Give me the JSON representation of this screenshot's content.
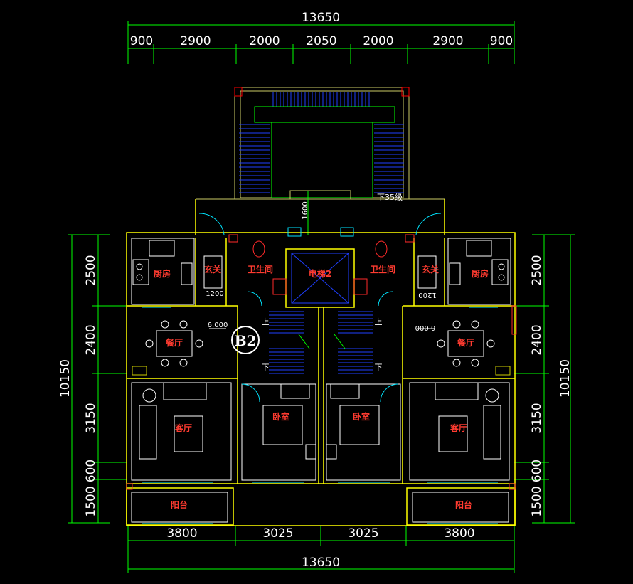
{
  "dimensions": {
    "top_total": "13650",
    "top_segments": [
      "900",
      "2900",
      "2000",
      "2050",
      "2000",
      "2900",
      "900"
    ],
    "bottom_total": "13650",
    "bottom_segments": [
      "3800",
      "3025",
      "3025",
      "3800"
    ],
    "left_total": "10150",
    "left_segments": [
      "2500",
      "2400",
      "3150",
      "600",
      "1500"
    ],
    "right_total": "10150",
    "right_segments": [
      "2500",
      "2400",
      "3150",
      "600",
      "1500"
    ]
  },
  "rooms": {
    "kitchen_left": "厨房",
    "foyer_left": "玄关",
    "bath_left": "卫生间",
    "elevator": "电梯2",
    "bath_right": "卫生间",
    "foyer_right": "玄关",
    "kitchen_right": "厨房",
    "dining_left": "餐厅",
    "dining_right": "餐厅",
    "living_left": "客厅",
    "living_right": "客厅",
    "bedroom_left": "卧室",
    "bedroom_right": "卧室",
    "balcony_left": "阳台",
    "balcony_right": "阳台"
  },
  "annotations": {
    "stair_down_top": "下35级",
    "width_1600": "1600",
    "width_1200_left": "1200",
    "width_1200_right": "1200",
    "level_left": "6.000",
    "level_right": "6.000",
    "up_left": "上",
    "up_right": "上",
    "down_left": "下",
    "down_right": "下",
    "unit_tag": "B2"
  }
}
